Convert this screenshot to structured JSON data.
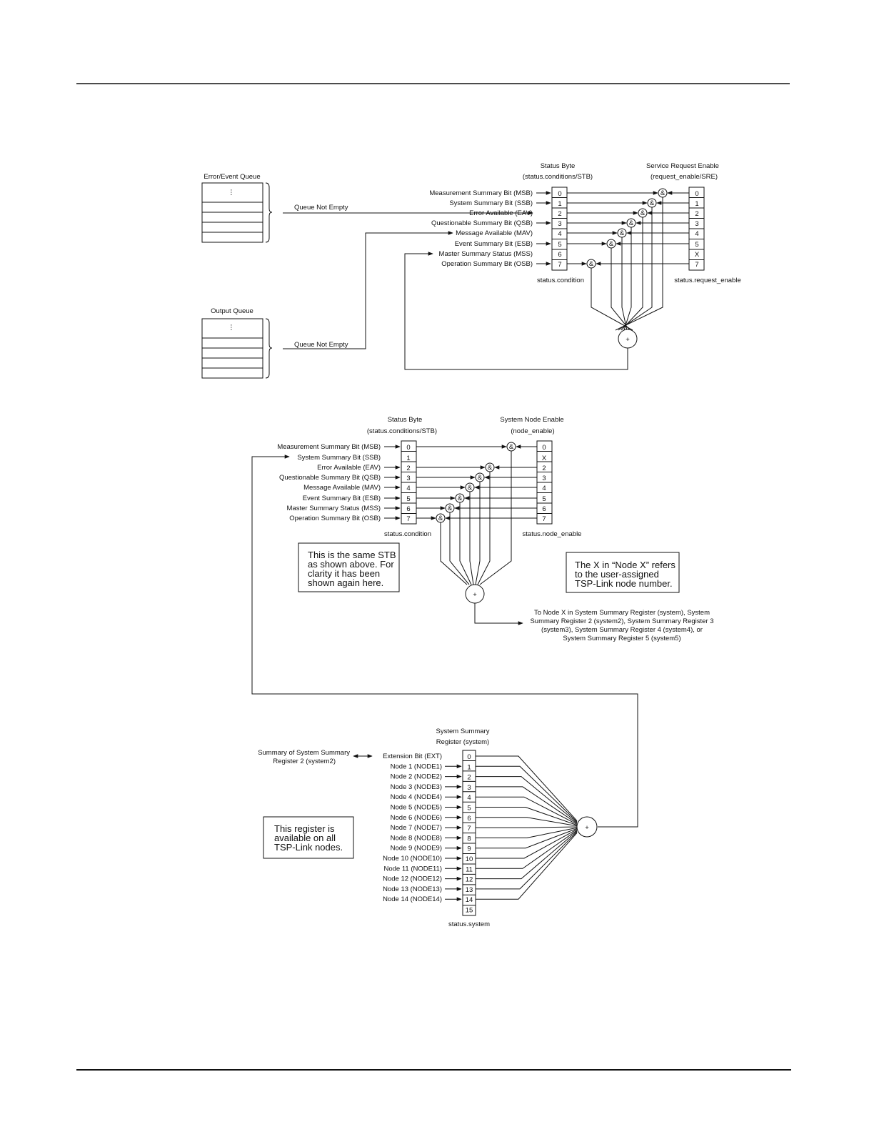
{
  "top": {
    "eq_title": "Error/Event Queue",
    "oq_title": "Output Queue",
    "queue_dots": "⋮",
    "queue_not_empty": "Queue Not Empty",
    "stb_title1": "Status Byte",
    "stb_title2": "(status.conditions/STB)",
    "sre_title1": "Service Request Enable",
    "sre_title2": "(request_enable/SRE)",
    "stb_caption": "status.condition",
    "sre_caption": "status.request_enable",
    "bit_labels": [
      "Measurement Summary Bit (MSB)",
      "System Summary Bit (SSB)",
      "Error Available (EAV)",
      "Questionable Summary Bit (QSB)",
      "Message Available (MAV)",
      "Event Summary Bit (ESB)",
      "Master Summary Status (MSS)",
      "Operation Summary Bit (OSB)"
    ],
    "stb_bits": [
      "0",
      "1",
      "2",
      "3",
      "4",
      "5",
      "6",
      "7"
    ],
    "sre_bits": [
      "0",
      "1",
      "2",
      "3",
      "4",
      "5",
      "X",
      "7"
    ],
    "and_symbol": "&",
    "or_symbol": "+"
  },
  "middle": {
    "stb_title1": "Status Byte",
    "stb_title2": "(status.conditions/STB)",
    "ne_title1": "System Node Enable",
    "ne_title2": "(node_enable)",
    "stb_caption": "status.condition",
    "ne_caption": "status.node_enable",
    "bit_labels": [
      "Measurement Summary Bit (MSB)",
      "System Summary Bit (SSB)",
      "Error Available (EAV)",
      "Questionable Summary Bit (QSB)",
      "Message Available (MAV)",
      "Event Summary Bit (ESB)",
      "Master Summary Status (MSS)",
      "Operation Summary Bit (OSB)"
    ],
    "stb_bits": [
      "0",
      "1",
      "2",
      "3",
      "4",
      "5",
      "6",
      "7"
    ],
    "ne_bits": [
      "0",
      "X",
      "2",
      "3",
      "4",
      "5",
      "6",
      "7"
    ],
    "note_left": [
      "This is the same STB",
      "as shown above. For",
      "clarity it has been",
      "shown again here."
    ],
    "note_right": [
      "The X in “Node X” refers",
      "to the user-assigned",
      "TSP-Link node number."
    ],
    "to_node_text": [
      "To Node X in System Summary Register (system), System",
      "Summary Register 2 (system2), System Summary Register 3",
      "(system3), System Summary Register 4 (system4), or",
      "System Summary Register 5 (system5)"
    ]
  },
  "bottom": {
    "title1": "System Summary",
    "title2": "Register (system)",
    "summary_label": [
      "Summary of System Summary",
      "Register 2 (system2)"
    ],
    "bit_labels": [
      "Extension Bit (EXT)",
      "Node 1 (NODE1)",
      "Node 2 (NODE2)",
      "Node 3 (NODE3)",
      "Node 4 (NODE4)",
      "Node 5 (NODE5)",
      "Node 6 (NODE6)",
      "Node 7 (NODE7)",
      "Node 8 (NODE8)",
      "Node 9 (NODE9)",
      "Node 10 (NODE10)",
      "Node 11 (NODE11)",
      "Node 12 (NODE12)",
      "Node 13 (NODE13)",
      "Node 14 (NODE14)"
    ],
    "bits": [
      "0",
      "1",
      "2",
      "3",
      "4",
      "5",
      "6",
      "7",
      "8",
      "9",
      "10",
      "11",
      "12",
      "13",
      "14",
      "15"
    ],
    "caption": "status.system",
    "note": [
      "This register is",
      "available on all",
      "TSP-Link nodes."
    ]
  }
}
